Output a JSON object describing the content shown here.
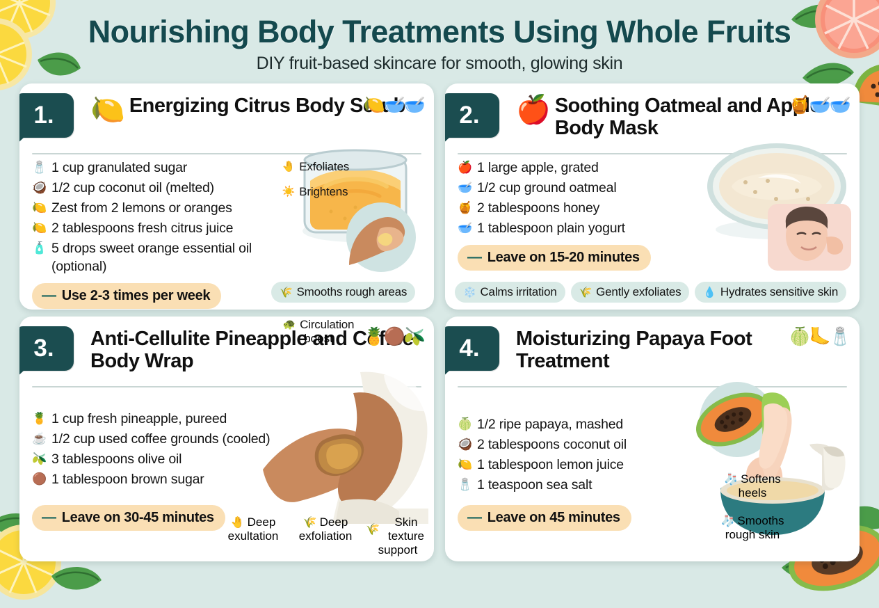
{
  "header": {
    "title": "Nourishing Body Treatments Using Whole Fruits",
    "subtitle": "DIY fruit-based skincare for smooth, glowing skin"
  },
  "theme": {
    "background": "#d9e9e6",
    "card_background": "#ffffff",
    "badge_color": "#1b4d50",
    "title_color": "#14494e",
    "tip_pill_color": "#fadfb4",
    "benefit_pill_color": "#d9eae6",
    "divider_color": "#c9d6d4"
  },
  "cards": [
    {
      "number": "1.",
      "title": "Energizing Citrus Body Scrub",
      "title_emoji": "🍋",
      "head_icons": "🍋🥣🥣",
      "ingredients": [
        {
          "emoji": "🧂",
          "text": "1 cup granulated sugar"
        },
        {
          "emoji": "🥥",
          "text": "1/2 cup coconut oil (melted)"
        },
        {
          "emoji": "🍋",
          "text": "Zest from 2 lemons or oranges"
        },
        {
          "emoji": "🍋",
          "text": "2 tablespoons fresh citrus juice"
        },
        {
          "emoji": "🧴",
          "text": "5 drops sweet orange essential oil (optional)"
        }
      ],
      "tip": "Use 2-3 times per week",
      "benefits_side": [
        {
          "emoji": "🤚",
          "text": "Exfoliates"
        },
        {
          "emoji": "☀️",
          "text": "Brightens"
        }
      ],
      "benefit_wide": {
        "emoji": "🌾",
        "text": "Smooths rough areas"
      }
    },
    {
      "number": "2.",
      "title": "Soothing Oatmeal and Apple Body Mask",
      "title_emoji": "🍎",
      "head_icons": "🍯🥣🥣",
      "ingredients": [
        {
          "emoji": "🍎",
          "text": "1 large apple, grated"
        },
        {
          "emoji": "🥣",
          "text": "1/2 cup ground oatmeal"
        },
        {
          "emoji": "🍯",
          "text": "2 tablespoons honey"
        },
        {
          "emoji": "🥣",
          "text": "1 tablespoon plain yogurt"
        }
      ],
      "tip": "Leave on 15-20 minutes",
      "benefits_pills": [
        {
          "emoji": "❄️",
          "text": "Calms irritation"
        },
        {
          "emoji": "🌾",
          "text": "Gently exfoliates"
        },
        {
          "emoji": "💧",
          "text": "Hydrates sensitive skin"
        }
      ]
    },
    {
      "number": "3.",
      "title": "Anti-Cellulite Pineapple and Coffee Body Wrap",
      "title_emoji": "",
      "head_icons": "🍍🟤🫒",
      "ingredients": [
        {
          "emoji": "🍍",
          "text": "1 cup fresh pineapple, pureed"
        },
        {
          "emoji": "☕",
          "text": "1/2 cup used coffee grounds (cooled)"
        },
        {
          "emoji": "🫒",
          "text": "3 tablespoons olive oil"
        },
        {
          "emoji": "🟤",
          "text": "1 tablespoon brown sugar"
        }
      ],
      "tip": "Leave on 30-45 minutes",
      "benefit_top": {
        "emoji": "🐢",
        "line1": "Circulation",
        "line2": "boost"
      },
      "benefits_bottom": [
        {
          "emoji": "🤚",
          "line1": "Deep",
          "line2": "exultation"
        },
        {
          "emoji": "🌾",
          "line1": "Deep",
          "line2": "exfoliation"
        },
        {
          "emoji": "🌾",
          "line1": "Skin texture",
          "line2": "support"
        }
      ]
    },
    {
      "number": "4.",
      "title": "Moisturizing Papaya Foot Treatment",
      "title_emoji": "",
      "head_icons": "🍈🦶🧂",
      "ingredients": [
        {
          "emoji": "🍈",
          "text": "1/2 ripe papaya, mashed"
        },
        {
          "emoji": "🥥",
          "text": "2 tablespoons coconut oil"
        },
        {
          "emoji": "🍋",
          "text": "1 tablespoon lemon juice"
        },
        {
          "emoji": "🧂",
          "text": "1 teaspoon sea salt"
        }
      ],
      "tip": "Leave on 45 minutes",
      "benefits_side": [
        {
          "emoji": "🧦",
          "line1": "Softens",
          "line2": "heels"
        },
        {
          "emoji": "🧦",
          "line1": "Smooths",
          "line2": "rough skin"
        }
      ]
    }
  ]
}
